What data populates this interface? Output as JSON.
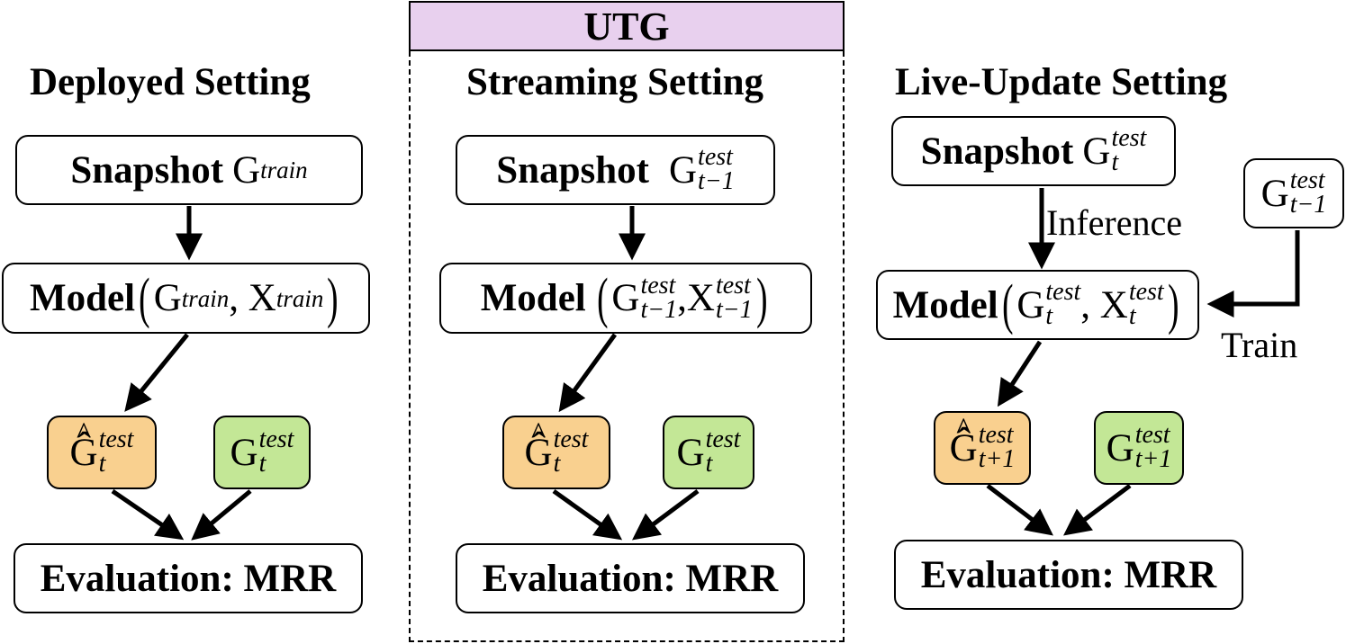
{
  "header": {
    "label": "UTG"
  },
  "columns": {
    "deployed": {
      "title": "Deployed Setting",
      "snapshot": {
        "word": "Snapshot",
        "symbol": "G",
        "sup": "train"
      },
      "model": {
        "word": "Model",
        "g": "G",
        "g_sup": "train",
        "x": "X",
        "x_sup": "train"
      },
      "pred": {
        "symbol": "Ĝ",
        "sup": "test",
        "sub": "t"
      },
      "truth": {
        "symbol": "G",
        "sup": "test",
        "sub": "t"
      },
      "evaluation": "Evaluation: MRR"
    },
    "streaming": {
      "title": "Streaming Setting",
      "snapshot": {
        "word": "Snapshot",
        "symbol": "G",
        "sup": "test",
        "sub": "t−1"
      },
      "model": {
        "word": "Model",
        "g": "G",
        "g_sup": "test",
        "g_sub": "t−1",
        "x": "X",
        "x_sup": "test",
        "x_sub": "t−1"
      },
      "pred": {
        "symbol": "Ĝ",
        "sup": "test",
        "sub": "t"
      },
      "truth": {
        "symbol": "G",
        "sup": "test",
        "sub": "t"
      },
      "evaluation": "Evaluation: MRR"
    },
    "live": {
      "title": "Live-Update Setting",
      "snapshot": {
        "word": "Snapshot",
        "symbol": "G",
        "sup": "test",
        "sub": "t"
      },
      "prev": {
        "symbol": "G",
        "sup": "test",
        "sub": "t−1"
      },
      "inference_label": "Inference",
      "train_label": "Train",
      "model": {
        "word": "Model",
        "g": "G",
        "g_sup": "test",
        "g_sub": "t",
        "x": "X",
        "x_sup": "test",
        "x_sub": "t"
      },
      "pred": {
        "symbol": "Ĝ",
        "sup": "test",
        "sub": "t+1"
      },
      "truth": {
        "symbol": "G",
        "sup": "test",
        "sub": "t+1"
      },
      "evaluation": "Evaluation: MRR"
    }
  },
  "colors": {
    "prediction": "#f9d08f",
    "ground_truth": "#c3e796",
    "header": "#e8d0ee"
  }
}
